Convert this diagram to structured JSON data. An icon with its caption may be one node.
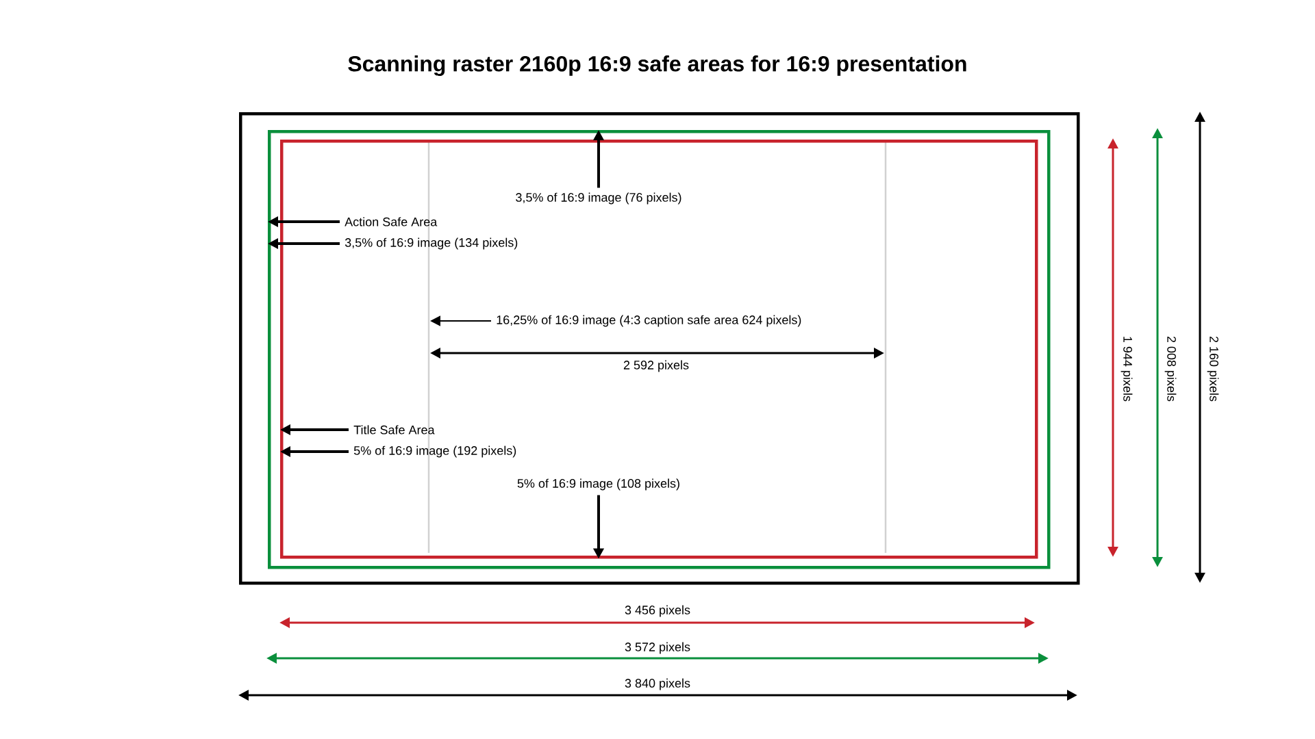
{
  "diagram": {
    "title": "Scanning raster 2160p 16:9 safe areas for 16:9 presentation",
    "nodes": [
      {
        "text": [],
        "shape": "box"
      },
      {
        "text": [],
        "shape": "box",
        "in": 0
      },
      {
        "text": [],
        "shape": "box",
        "in": 1
      },
      {
        "text": [
          "3,5% of 16:9 image (76 pixels)"
        ],
        "in": 2
      },
      {
        "text": [
          "Action Safe Area"
        ],
        "in": 2
      },
      {
        "text": [
          "3,5% of 16:9 image (134 pixels)"
        ],
        "in": 2
      },
      {
        "text": [
          "16,25% of 16:9 image (4:3 caption safe area 624 pixels)"
        ],
        "in": 2
      },
      {
        "text": [
          "Title Safe Area"
        ],
        "in": 2
      },
      {
        "text": [
          "5% of 16:9 image (192 pixels)"
        ],
        "in": 2
      },
      {
        "text": [
          "5% of 16:9 image (108 pixels)"
        ],
        "in": 2
      }
    ],
    "edges": [
      {
        "from": 3,
        "to": 1,
        "arrow": "to"
      },
      {
        "from": 4,
        "to": 1,
        "arrow": "to"
      },
      {
        "from": 5,
        "to": 1,
        "arrow": "to"
      },
      {
        "from": 6,
        "to": null,
        "arrow": "to"
      },
      {
        "from": 7,
        "to": 2,
        "arrow": "to"
      },
      {
        "from": 8,
        "to": 2,
        "arrow": "to"
      },
      {
        "from": 9,
        "to": 2,
        "arrow": "to"
      }
    ],
    "labels": [
      "2 592 pixels",
      "1 944 pixels",
      "2 008 pixels",
      "2 160 pixels",
      "3 456 pixels",
      "3 572 pixels",
      "3 840 pixels"
    ]
  }
}
